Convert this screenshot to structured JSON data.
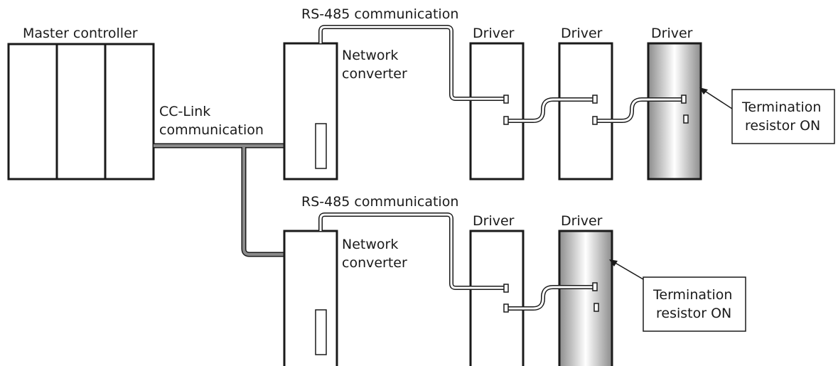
{
  "master": {
    "label": "Master controller"
  },
  "cclink": {
    "line1": "CC-Link",
    "line2": "communication"
  },
  "top": {
    "rs485": "RS-485 communication",
    "converter": {
      "line1": "Network",
      "line2": "converter"
    },
    "drivers": [
      "Driver",
      "Driver",
      "Driver"
    ]
  },
  "bottom": {
    "rs485": "RS-485 communication",
    "converter": {
      "line1": "Network",
      "line2": "converter"
    },
    "drivers": [
      "Driver",
      "Driver"
    ]
  },
  "termination": {
    "line1": "Termination",
    "line2": "resistor ON"
  },
  "colors": {
    "line": "#1a1a1a",
    "cc_cable": "#8a8a8a",
    "terminated_driver_gradient": [
      "#8c8c8c",
      "#ffffff",
      "#8c8c8c"
    ]
  }
}
